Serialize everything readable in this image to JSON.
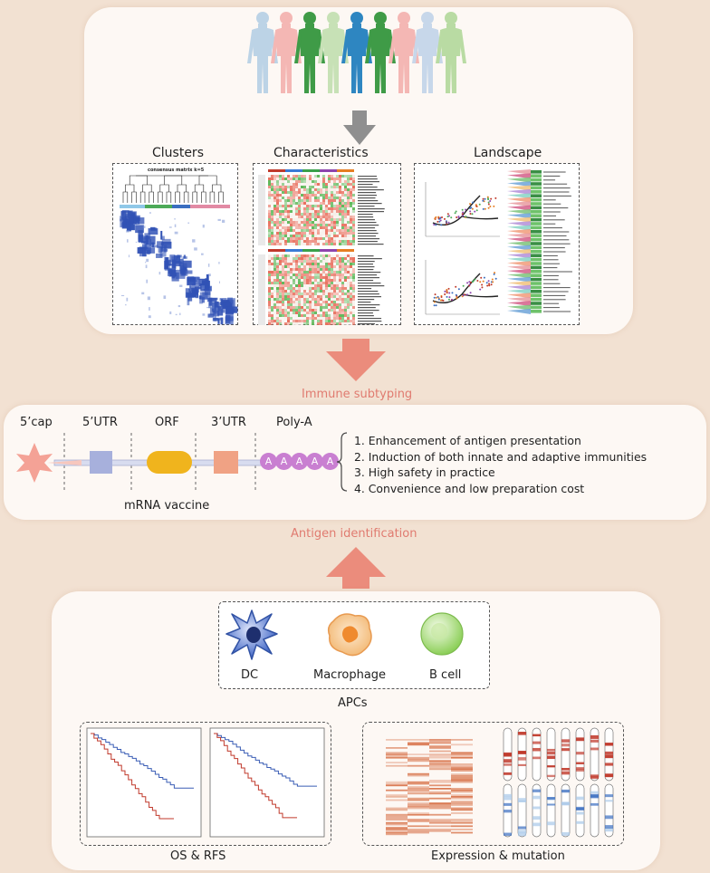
{
  "top": {
    "clusters_title": "Clusters",
    "clusters_subtitle": "consensus matrix k=5",
    "characteristics_title": "Characteristics",
    "landscape_title": "Landscape"
  },
  "arrow1_label": "Immune subtyping",
  "mid": {
    "cap_label": "5’cap",
    "utr5_label": "5’UTR",
    "orf_label": "ORF",
    "utr3_label": "3’UTR",
    "polya_label": "Poly-A",
    "polya_letter": "A",
    "vaccine_label": "mRNA vaccine",
    "benefits": [
      "1. Enhancement of antigen presentation",
      "2. Induction of both innate and adaptive immunities",
      "3. High safety in practice",
      "4. Convenience and low preparation cost"
    ]
  },
  "arrow2_label": "Antigen identification",
  "bottom": {
    "cells": [
      "DC",
      "Macrophage",
      "B cell"
    ],
    "apcs_label": "APCs",
    "survival_label": "OS & RFS",
    "expression_label": "Expression & mutation"
  },
  "colors": {
    "arrow": "#eb8c7c",
    "cap": "#f4a296",
    "utr5": "#a7b0dc",
    "orf": "#f0b41d",
    "utr3": "#f0a284",
    "polya": "#c97fd1",
    "heatmap_blue": "#3152b5",
    "survival_red": "#c0392b",
    "survival_blue": "#3a5db5"
  }
}
